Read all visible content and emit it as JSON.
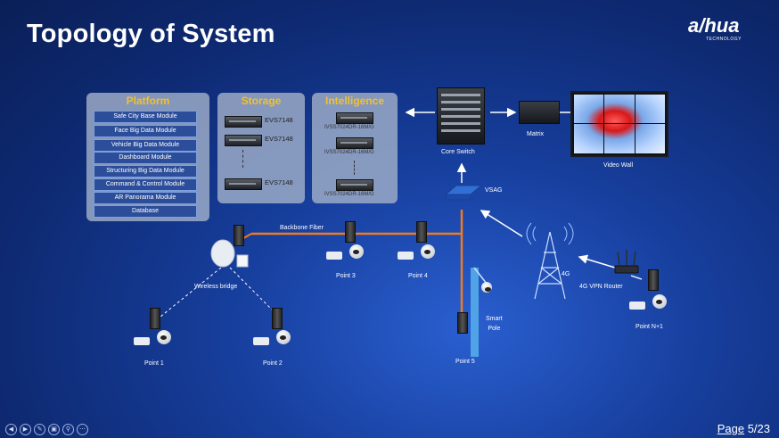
{
  "slide": {
    "title": "Topology of System",
    "logo": {
      "brand": "a/hua",
      "sub": "TECHNOLOGY"
    },
    "page_label": "Page",
    "page_number": "5/23"
  },
  "platform": {
    "title": "Platform",
    "modules": [
      "Safe City Base Module",
      "Face Big Data Module",
      "Vehicle Big Data Module",
      "Dashboard Module",
      "Structuring Big Data Module",
      "Command & Control Module",
      "AR Panorama Module",
      "Database"
    ]
  },
  "storage": {
    "title": "Storage",
    "servers": [
      "EVS7148",
      "EVS7148",
      "EVS7148"
    ]
  },
  "intelligence": {
    "title": "Intelligence",
    "servers": [
      "IVSS7024DR-16M/G",
      "IVSS7024DR-16M/G",
      "IVSS7024DR-16M/G"
    ]
  },
  "devices": {
    "core_switch": "Core Switch",
    "matrix": "Matrix",
    "video_wall": "Video Wall",
    "vsag": "VSAG",
    "backbone": "Backbone Fiber",
    "wireless": "Wireless bridge",
    "smart_pole": "Smart\nPole",
    "tower_4g": "4G",
    "vpn_router": "4G VPN Router"
  },
  "points": [
    "Point 1",
    "Point 2",
    "Point 3",
    "Point 4",
    "Point 5",
    "Point N+1"
  ],
  "colors": {
    "accent": "#f2c12e",
    "fiber": "#f07a20",
    "link": "#ffffff"
  },
  "nav_icons": [
    "prev-icon",
    "next-icon",
    "pen-icon",
    "slides-icon",
    "zoom-icon",
    "more-icon"
  ]
}
